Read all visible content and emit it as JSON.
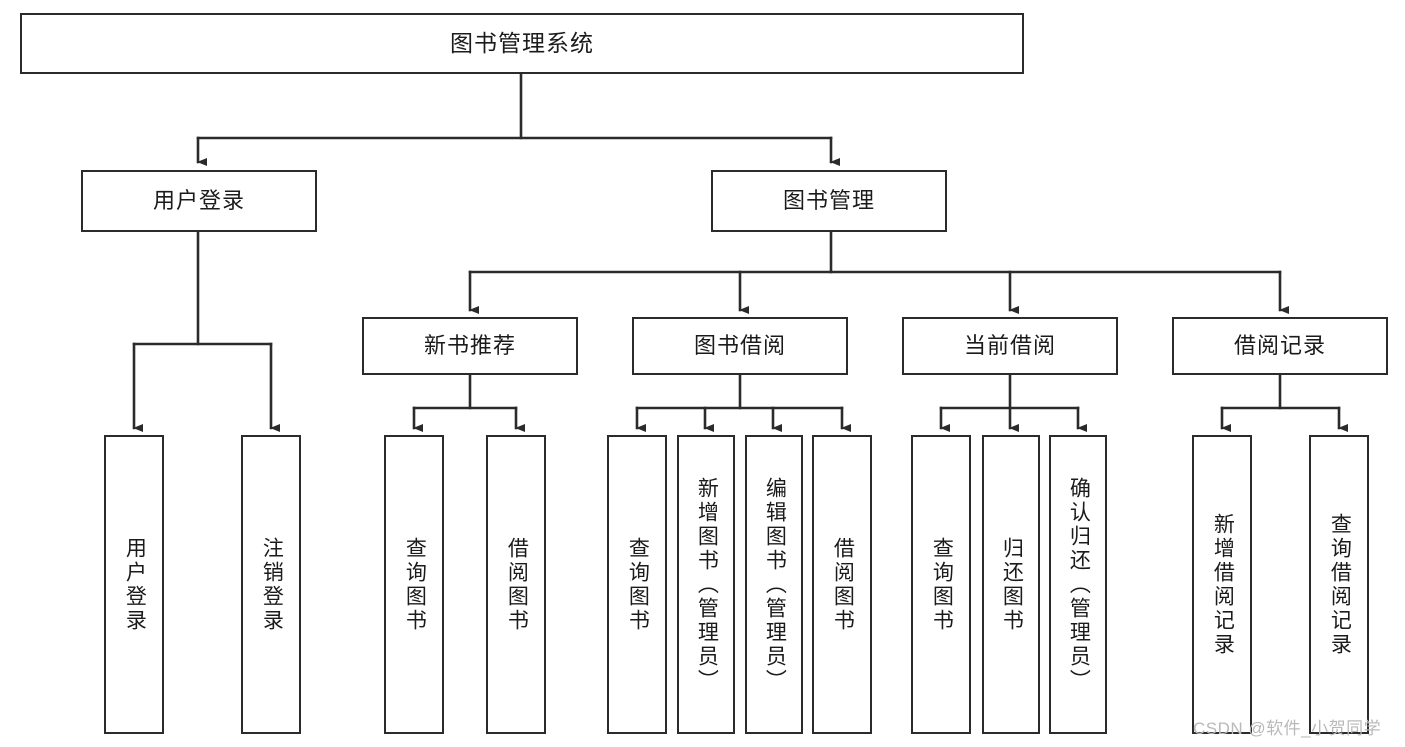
{
  "diagram": {
    "title": "图书管理系统",
    "type": "tree",
    "root": {
      "label": "图书管理系统",
      "name": "node-root-system"
    },
    "level1": [
      {
        "label": "用户登录",
        "name": "node-user-login"
      },
      {
        "label": "图书管理",
        "name": "node-book-management"
      }
    ],
    "level2": [
      {
        "label": "新书推荐",
        "name": "node-new-book-recommend"
      },
      {
        "label": "图书借阅",
        "name": "node-book-borrow"
      },
      {
        "label": "当前借阅",
        "name": "node-current-borrow"
      },
      {
        "label": "借阅记录",
        "name": "node-borrow-record"
      }
    ],
    "leaves": {
      "user_login": [
        {
          "label": "用户登录",
          "name": "leaf-user-login"
        },
        {
          "label": "注销登录",
          "name": "leaf-logout"
        }
      ],
      "new_book_recommend": [
        {
          "label": "查询图书",
          "name": "leaf-query-book-1"
        },
        {
          "label": "借阅图书",
          "name": "leaf-borrow-book-1"
        }
      ],
      "book_borrow": [
        {
          "label": "查询图书",
          "name": "leaf-query-book-2"
        },
        {
          "label": "新增图书（管理员）",
          "name": "leaf-add-book-admin"
        },
        {
          "label": "编辑图书（管理员）",
          "name": "leaf-edit-book-admin"
        },
        {
          "label": "借阅图书",
          "name": "leaf-borrow-book-2"
        }
      ],
      "current_borrow": [
        {
          "label": "查询图书",
          "name": "leaf-query-book-3"
        },
        {
          "label": "归还图书",
          "name": "leaf-return-book"
        },
        {
          "label": "确认归还（管理员）",
          "name": "leaf-confirm-return-admin"
        }
      ],
      "borrow_record": [
        {
          "label": "新增借阅记录",
          "name": "leaf-add-borrow-record"
        },
        {
          "label": "查询借阅记录",
          "name": "leaf-query-borrow-record"
        }
      ]
    },
    "watermark": "CSDN @软件_小贺同学",
    "colors": {
      "border": "#2b2b2b",
      "text": "#1b1b1b",
      "background": "#ffffff",
      "watermark": "#b9b9b9"
    }
  }
}
